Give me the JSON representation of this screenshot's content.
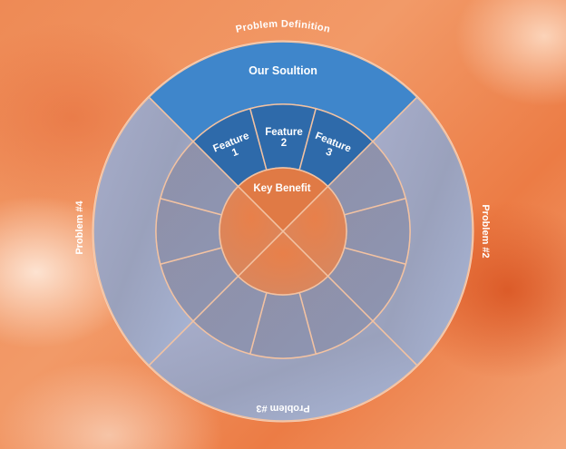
{
  "outer_title": "Problem Definition",
  "solution": "Our Soultion",
  "problems": {
    "right": "Problem #2",
    "bottom": "Problem #3",
    "left": "Problem #4"
  },
  "features": [
    {
      "line1": "Feature",
      "line2": "1"
    },
    {
      "line1": "Feature",
      "line2": "2"
    },
    {
      "line1": "Feature",
      "line2": "3"
    }
  ],
  "center": "Key Benefit",
  "colors": {
    "solution_blue": "#3f86cb",
    "feature_blue": "#2e6aaa",
    "center_orange": "#e07a45",
    "ring_gray": "#9aa3bd",
    "border": "#f2c2a2"
  }
}
